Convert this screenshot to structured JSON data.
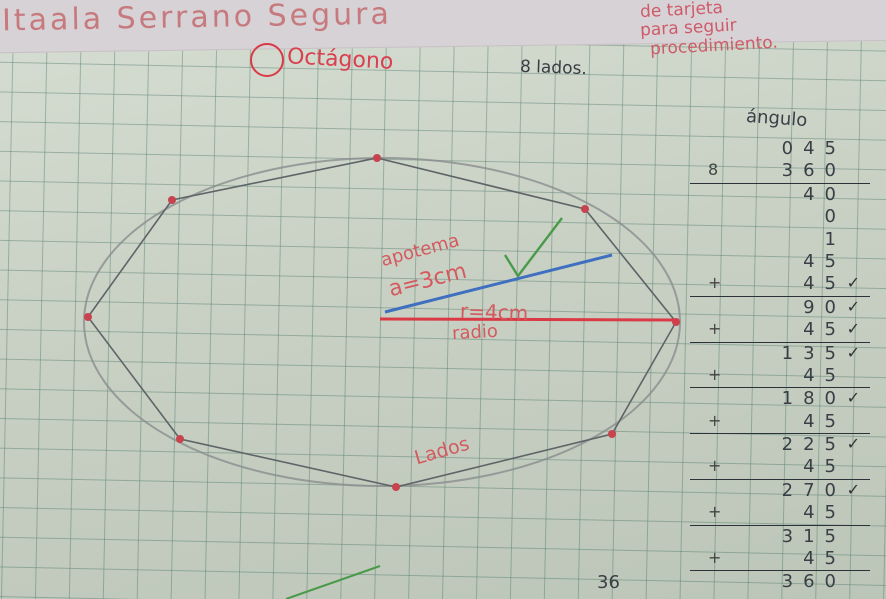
{
  "header": {
    "name": "Itaala Serrano Segura",
    "note_lines": [
      "de tarjeta",
      "para seguir",
      "procedimiento."
    ]
  },
  "title": {
    "word": "Octágono",
    "sides": "8 lados."
  },
  "labels": {
    "apotema": "apotema",
    "apotema_value": "a=3cm",
    "radio_value": "r=4cm",
    "radio": "radio",
    "lados": "Lados"
  },
  "calc": {
    "heading": "ángulo",
    "rows": [
      {
        "op": "",
        "num": "045",
        "tick": ""
      },
      {
        "op": "8",
        "num": "360",
        "tick": ""
      },
      {
        "op": "",
        "num": "40",
        "tick": ""
      },
      {
        "op": "",
        "num": "0",
        "tick": ""
      },
      {
        "op": "",
        "num": "1",
        "tick": ""
      },
      {
        "op": "",
        "num": "45",
        "tick": ""
      },
      {
        "op": "+",
        "num": "45",
        "tick": "✓"
      },
      {
        "op": "",
        "num": "90",
        "tick": "✓"
      },
      {
        "op": "+",
        "num": "45",
        "tick": "✓"
      },
      {
        "op": "",
        "num": "135",
        "tick": "✓"
      },
      {
        "op": "+",
        "num": "45",
        "tick": ""
      },
      {
        "op": "",
        "num": "180",
        "tick": "✓"
      },
      {
        "op": "+",
        "num": "45",
        "tick": ""
      },
      {
        "op": "",
        "num": "225",
        "tick": "✓"
      },
      {
        "op": "+",
        "num": "45",
        "tick": ""
      },
      {
        "op": "",
        "num": "270",
        "tick": "✓"
      },
      {
        "op": "+",
        "num": "45",
        "tick": ""
      },
      {
        "op": "",
        "num": "315",
        "tick": ""
      },
      {
        "op": "+",
        "num": "45",
        "tick": ""
      },
      {
        "op": "",
        "num": "360",
        "tick": ""
      }
    ]
  },
  "page_number": "36",
  "colors": {
    "paper": "#cfd6ca",
    "grid": "#3c6e5f",
    "red_pen": "#d93a45",
    "blue_pen": "#3f6fc0",
    "green_pen": "#4a9a4a",
    "pencil": "#6b6f74"
  }
}
